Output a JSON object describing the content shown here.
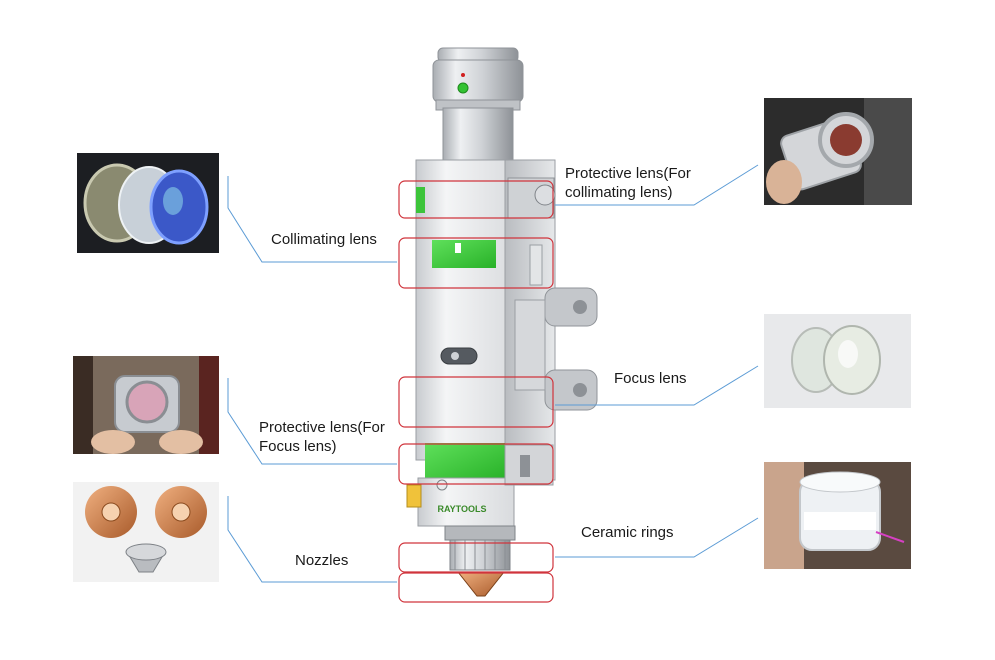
{
  "diagram": {
    "labels": {
      "collimating_lens": "Collimating lens",
      "protective_collimating_line1": "Protective lens(For",
      "protective_collimating_line2": "collimating lens)",
      "protective_focus_line1": "Protective lens(For",
      "protective_focus_line2": "Focus lens)",
      "nozzles": "Nozzles",
      "focus_lens": "Focus lens",
      "ceramic_rings": "Ceramic rings"
    },
    "brand": "RAYTOOLS",
    "colors": {
      "highlight_box": "#d0343c",
      "leader_line": "#5b9bd5",
      "accent_green": "#3cc43a",
      "head_silver": "#d7d9dc"
    }
  }
}
